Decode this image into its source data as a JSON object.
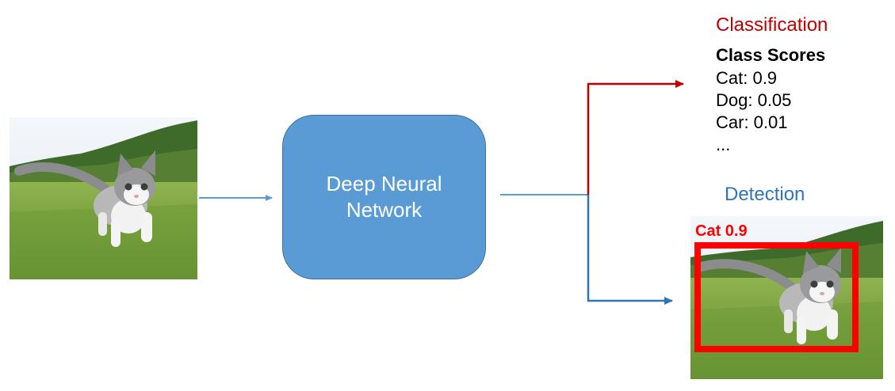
{
  "diagram": {
    "network_label": "Deep Neural Network",
    "classification": {
      "title": "Classification",
      "scores_heading": "Class Scores",
      "scores": [
        "Cat: 0.9",
        "Dog: 0.05",
        "Car: 0.01",
        "..."
      ]
    },
    "detection": {
      "title": "Detection",
      "box_label": "Cat 0.9"
    },
    "colors": {
      "network_fill": "#5b9bd5",
      "input_arrow": "#5b9bd5",
      "classification": "#c00000",
      "detection": "#2e75b6",
      "bounding_box": "#ff0000"
    },
    "images": {
      "input": "kitten-on-grass-photo",
      "output": "kitten-on-grass-photo-with-bounding-box"
    }
  }
}
